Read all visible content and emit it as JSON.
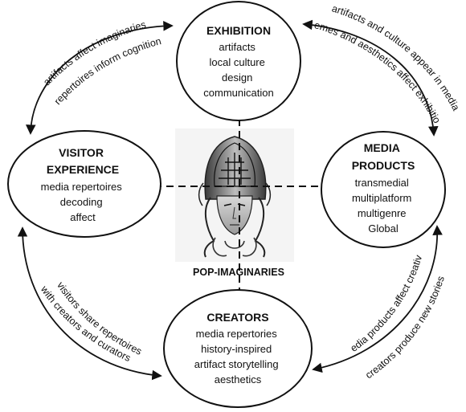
{
  "diagram": {
    "center": {
      "label": "POP-IMAGINARIES",
      "image": "ornate-helmeted-face-illustration"
    },
    "nodes": {
      "exhibition": {
        "title": [
          "EXHIBITION"
        ],
        "items": [
          "artifacts",
          "local culture",
          "design",
          "communication"
        ]
      },
      "visitor": {
        "title": [
          "VISITOR",
          "EXPERIENCE"
        ],
        "items": [
          "media repertoires",
          "decoding",
          "affect"
        ]
      },
      "media": {
        "title": [
          "MEDIA",
          "PRODUCTS"
        ],
        "items": [
          "transmedial",
          "multiplatform",
          "multigenre",
          "Global"
        ]
      },
      "creators": {
        "title": [
          "CREATORS"
        ],
        "items": [
          "media repertories",
          "history-inspired",
          "artifact storytelling",
          "aesthetics"
        ]
      }
    },
    "edges": {
      "visitor_exhibition": {
        "outer": "artifacts affect imaginaries",
        "inner": "repertoires inform cognition"
      },
      "exhibition_media": {
        "outer": "artifacts and culture appear in media",
        "inner": "media themes and aesthetics affect exhibition design"
      },
      "visitor_creators": {
        "outer": "visitors share repertoires",
        "inner": "with creators and curators"
      },
      "creators_media": {
        "outer": "creators produce new stories",
        "inner": "existing media products affect creative choices"
      }
    },
    "colors": {
      "stroke": "#111111",
      "background": "#ffffff"
    }
  }
}
